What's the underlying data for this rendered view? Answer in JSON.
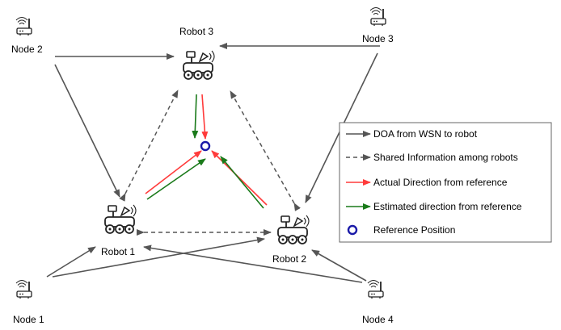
{
  "nodes": {
    "node1": "Node 1",
    "node2": "Node 2",
    "node3": "Node 3",
    "node4": "Node 4"
  },
  "robots": {
    "robot1": "Robot 1",
    "robot2": "Robot 2",
    "robot3": "Robot 3"
  },
  "legend": {
    "doa": "DOA from WSN to robot",
    "shared": "Shared Information among robots",
    "actual": "Actual Direction from reference",
    "estimated": "Estimated direction from reference",
    "reference": "Reference Position"
  },
  "colors": {
    "doa": "#555555",
    "shared": "#555555",
    "actual": "#ff3b3b",
    "estimated": "#1a7a1a",
    "reference": "#1a1aa8"
  },
  "icons": {
    "node": "router-icon",
    "robot": "rover-robot-icon"
  }
}
